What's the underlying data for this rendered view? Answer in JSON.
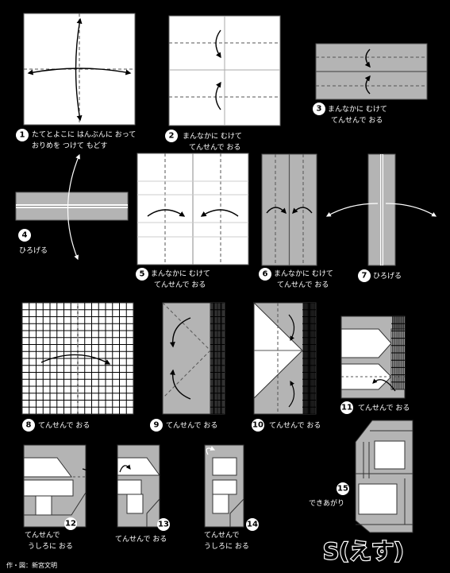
{
  "steps": [
    {
      "number": "1",
      "label_lines": [
        "たてとよこに はんぶんに おって",
        "おりめを つけて もどす"
      ]
    },
    {
      "number": "2",
      "label_lines": [
        "まんなかに むけて",
        "てんせんで おる"
      ]
    },
    {
      "number": "3",
      "label_lines": [
        "まんなかに むけて",
        "てんせんで おる"
      ]
    },
    {
      "number": "4",
      "label_lines": [
        "ひろげる"
      ]
    },
    {
      "number": "5",
      "label_lines": [
        "まんなかに むけて",
        "てんせんで おる"
      ]
    },
    {
      "number": "6",
      "label_lines": [
        "まんなかに むけて",
        "てんせんで おる"
      ]
    },
    {
      "number": "7",
      "label_lines": [
        "ひろげる"
      ]
    },
    {
      "number": "8",
      "label_lines": [
        "てんせんで おる"
      ]
    },
    {
      "number": "9",
      "label_lines": [
        "てんせんで おる"
      ]
    },
    {
      "number": "10",
      "label_lines": [
        "てんせんで おる"
      ]
    },
    {
      "number": "11",
      "label_lines": [
        "てんせんで おる"
      ]
    },
    {
      "number": "12",
      "label_lines": [
        "てんせんで",
        "うしろに おる"
      ]
    },
    {
      "number": "13",
      "label_lines": [
        "てんせんで おる"
      ]
    },
    {
      "number": "14",
      "label_lines": [
        "てんせんで",
        "うしろに おる"
      ]
    },
    {
      "number": "15",
      "label_lines": [
        "できあがり"
      ]
    }
  ],
  "title": "S(えす)",
  "credit": "作・図：新宮文明",
  "colors": {
    "background": "#000000",
    "paper_front": "#ffffff",
    "paper_back": "#b4b4b4",
    "fold_line": "#555555"
  }
}
